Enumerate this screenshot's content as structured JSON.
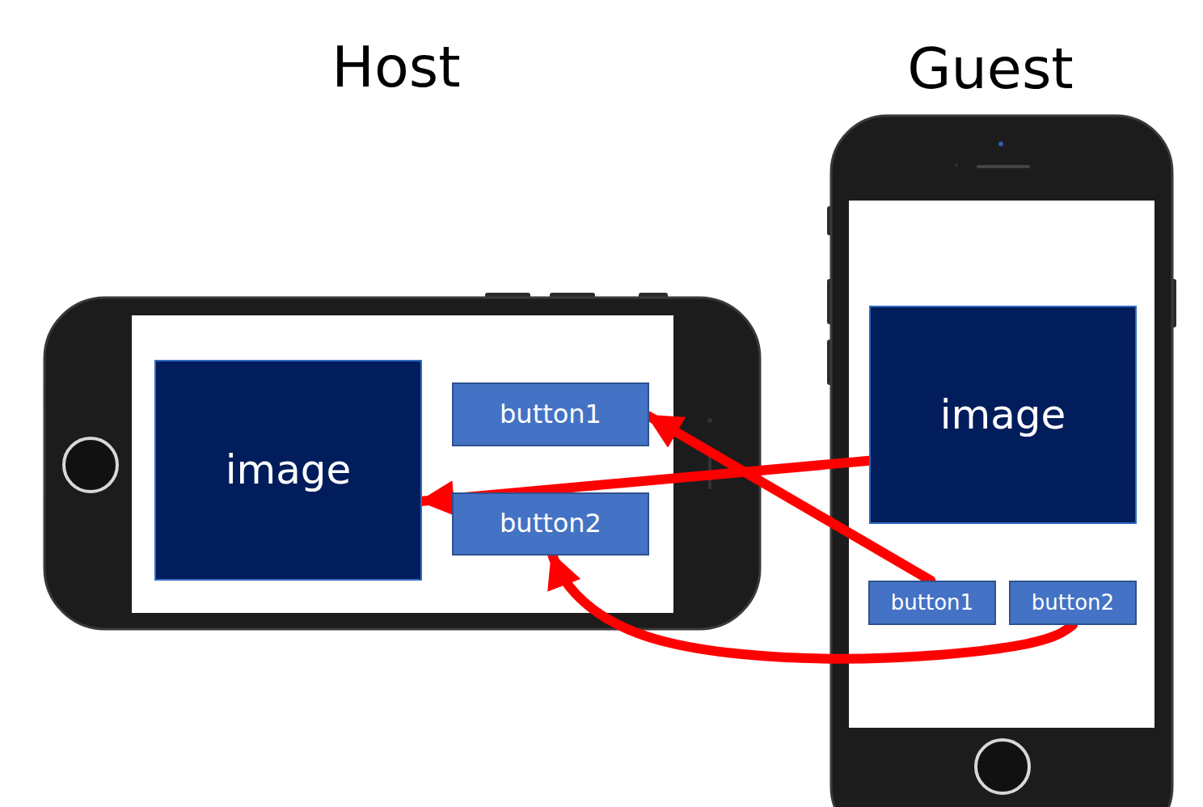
{
  "diagram": {
    "nodes": [
      {
        "text": [
          "image"
        ]
      },
      {
        "text": [
          "button1"
        ]
      },
      {
        "text": [
          "button2"
        ]
      },
      {
        "text": [
          "image"
        ]
      },
      {
        "text": [
          "button1"
        ]
      },
      {
        "text": [
          "button2"
        ]
      }
    ],
    "edges": [
      {
        "from": 3,
        "to": 0,
        "arrow": "to"
      },
      {
        "from": 4,
        "to": 1,
        "arrow": "to"
      },
      {
        "from": 5,
        "to": 2,
        "arrow": "to"
      }
    ],
    "labels": [
      "Host",
      "Guest"
    ]
  }
}
